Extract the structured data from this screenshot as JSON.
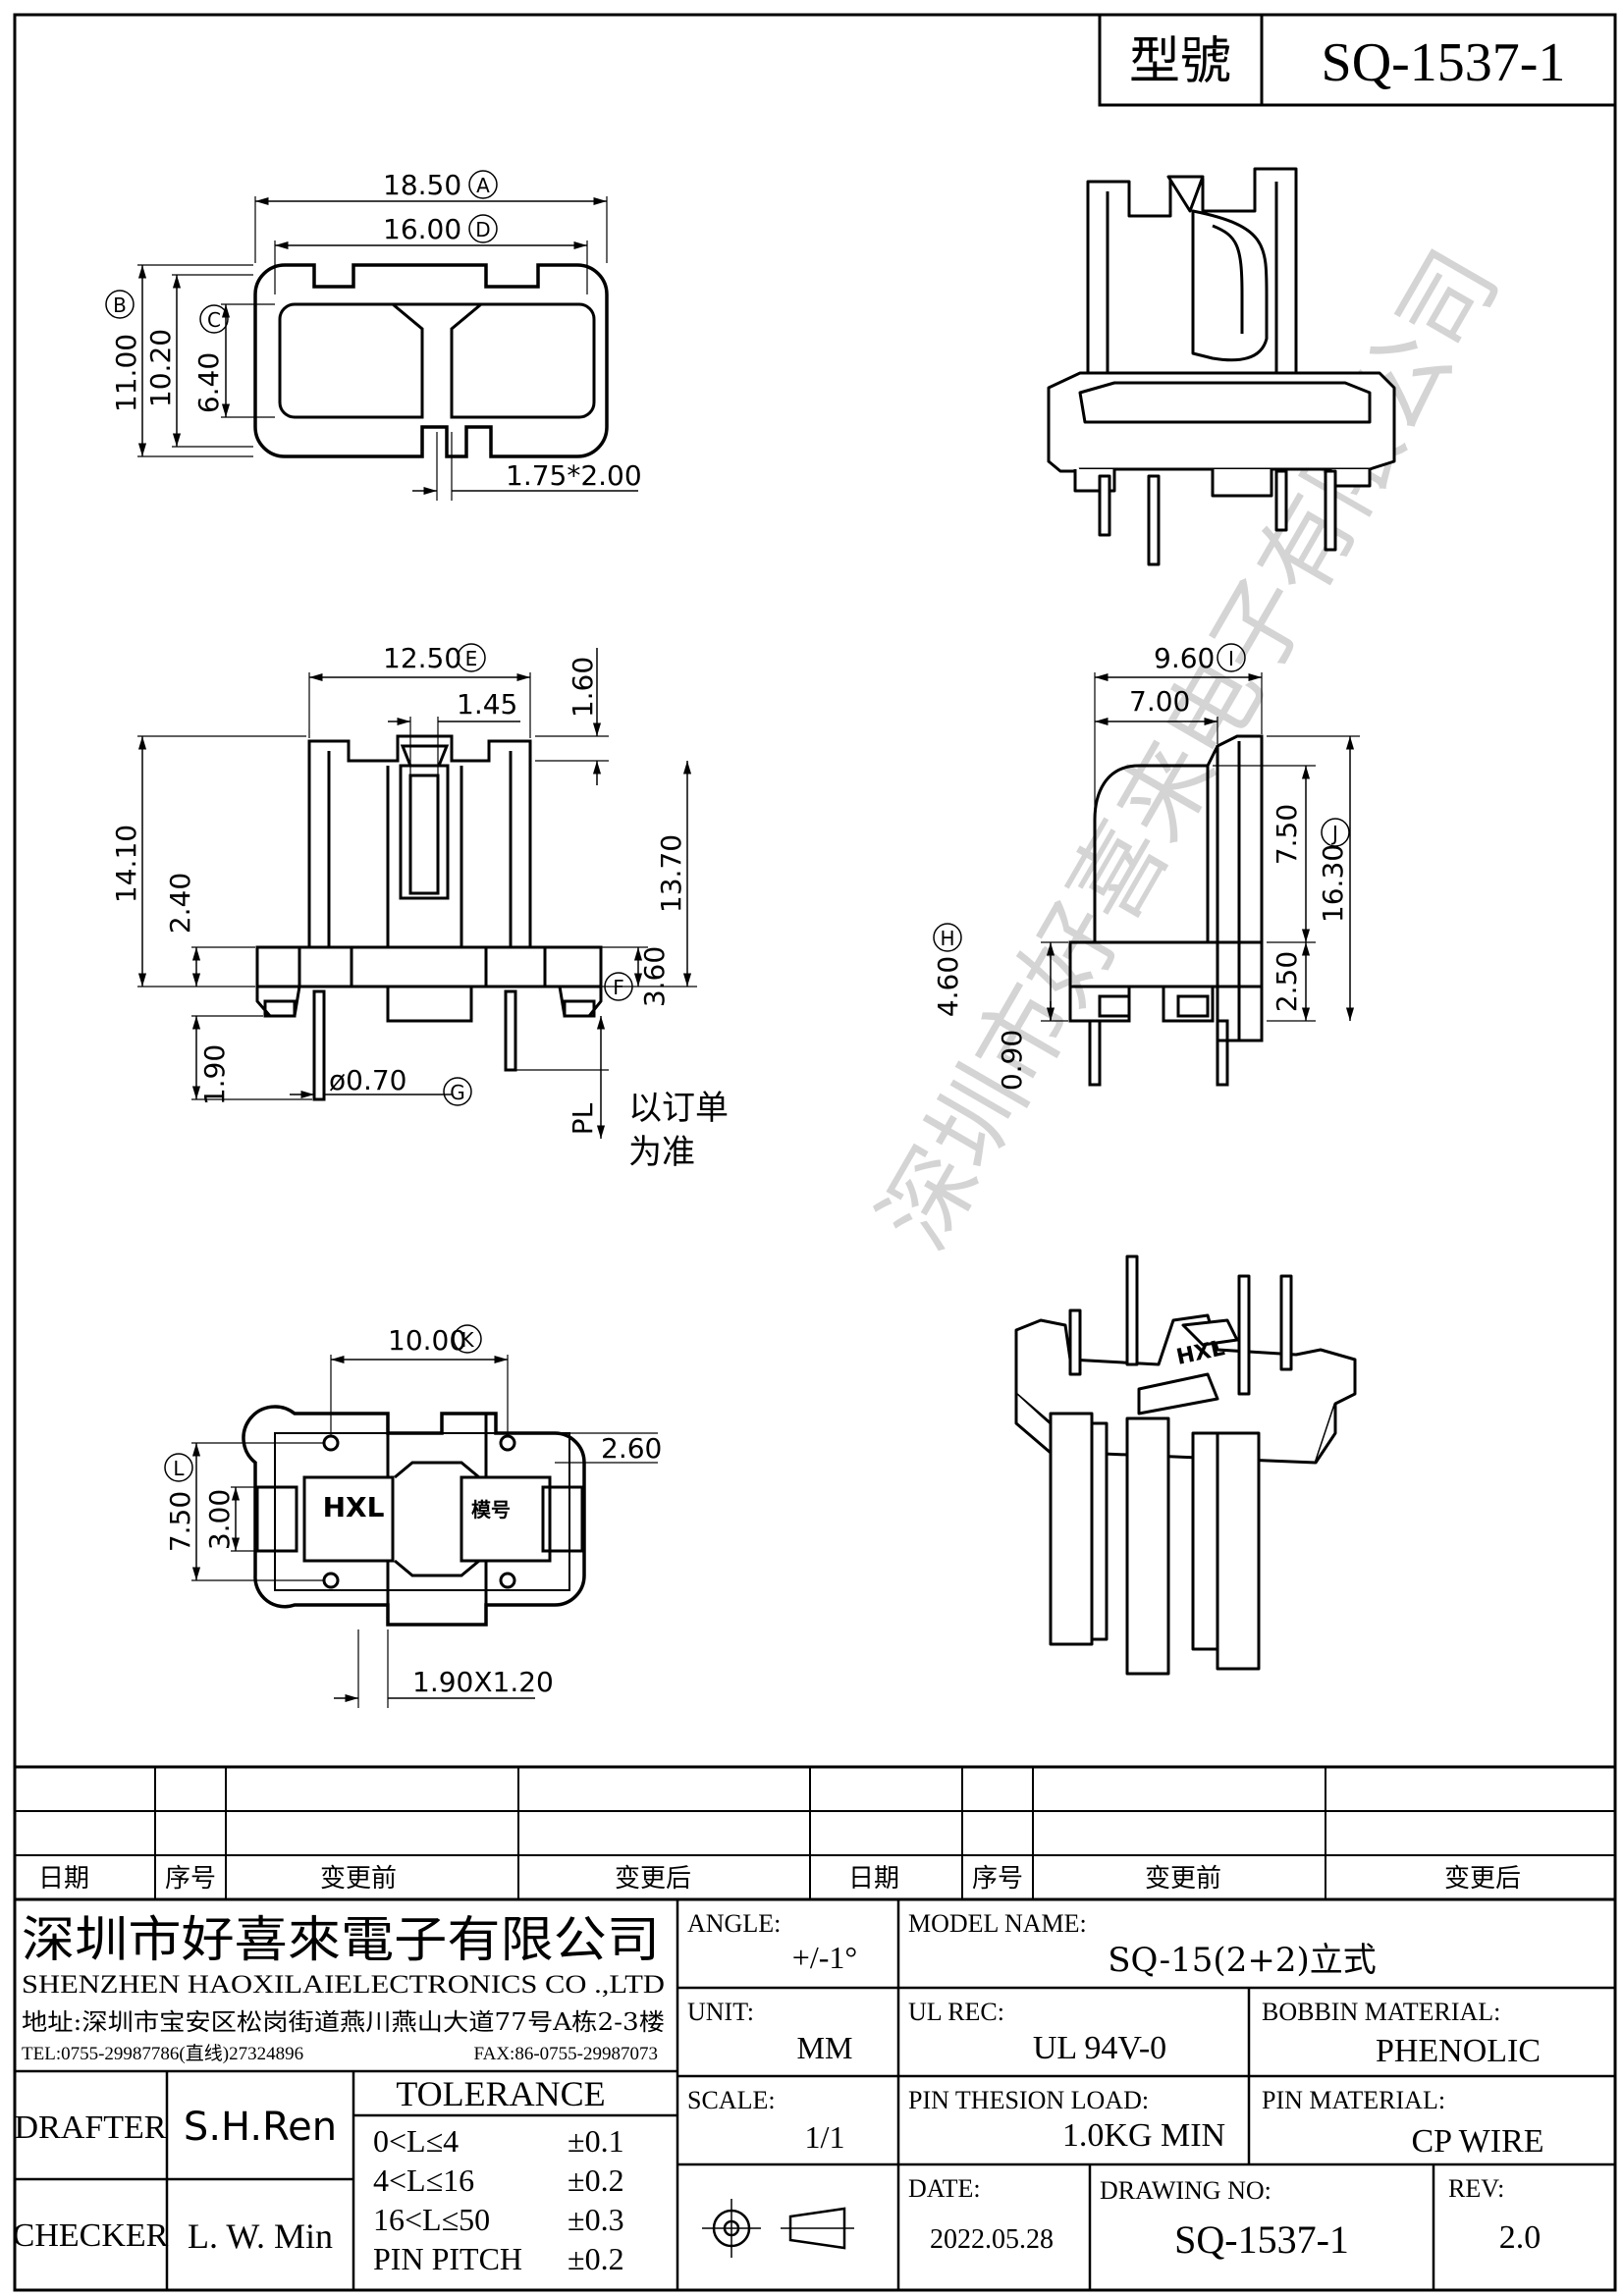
{
  "model": {
    "label": "型號",
    "number": "SQ-1537-1"
  },
  "dims": {
    "a": "18.50",
    "a_tag": "A",
    "d": "16.00",
    "d_tag": "D",
    "b": "11.00",
    "b_tag": "B",
    "h1020": "10.20",
    "c": "6.40",
    "c_tag": "C",
    "slot": "1.75*2.00",
    "e": "12.50",
    "e_tag": "E",
    "d145": "1.45",
    "d160": "1.60",
    "d1410": "14.10",
    "d240": "2.40",
    "d1370": "13.70",
    "f": "3.60",
    "f_tag": "F",
    "d190": "1.90",
    "g": "ø0.70",
    "g_tag": "G",
    "pl": "PL",
    "pl_note1": "以订单",
    "pl_note2": "为准",
    "i": "9.60",
    "i_tag": "I",
    "d700": "7.00",
    "d750": "7.50",
    "j": "16.30",
    "j_tag": "J",
    "h": "4.60",
    "h_tag": "H",
    "d250": "2.50",
    "d090": "0.90",
    "k": "10.00",
    "k_tag": "K",
    "l": "7.50",
    "l_tag": "L",
    "d300": "3.00",
    "d260": "2.60",
    "d190x120": "1.90X1.20",
    "brand": "HXL",
    "model_mark": "模号",
    "brand_iso": "HXL"
  },
  "watermark": "深圳市好喜来电子有限公司",
  "revision_table": {
    "headers": [
      "日期",
      "序号",
      "变更前",
      "变更后",
      "日期",
      "序号",
      "变更前",
      "变更后"
    ]
  },
  "company": {
    "name_cn": "深圳市好喜來電子有限公司",
    "name_en": "SHENZHEN  HAOXILAIELECTRONICS  CO .,LTD",
    "address": "地址:深圳市宝安区松岗街道燕川燕山大道77号A栋2-3楼",
    "tel": "TEL:0755-29987786(直线)27324896",
    "fax": "FAX:86-0755-29987073"
  },
  "title_block": {
    "angle_label": "ANGLE:",
    "angle_value": "+/-1°",
    "model_name_label": "MODEL NAME:",
    "model_name_value": "SQ-15(2+2)立式",
    "unit_label": "UNIT:",
    "unit_value": "MM",
    "ul_label": "UL REC:",
    "ul_value": "UL 94V-0",
    "bobbin_label": "BOBBIN MATERIAL:",
    "bobbin_value": "PHENOLIC",
    "scale_label": "SCALE:",
    "scale_value": "1/1",
    "pin_load_label": "PIN THESION LOAD:",
    "pin_load_value": "1.0KG MIN",
    "pin_mat_label": "PIN MATERIAL:",
    "pin_mat_value": "CP  WIRE",
    "date_label": "DATE:",
    "date_value": "2022.05.28",
    "drawing_no_label": "DRAWING NO:",
    "drawing_no_value": "SQ-1537-1",
    "rev_label": "REV:",
    "rev_value": "2.0",
    "drafter_label": "DRAFTER",
    "drafter_value": "S.H.Ren",
    "checker_label": "CHECKER",
    "checker_value": "L. W. Min",
    "tolerance_title": "TOLERANCE",
    "tolerances": [
      {
        "range": "0<L≤4",
        "tol": "±0.1"
      },
      {
        "range": "4<L≤16",
        "tol": "±0.2"
      },
      {
        "range": "16<L≤50",
        "tol": "±0.3"
      },
      {
        "range": "PIN PITCH",
        "tol": "±0.2"
      }
    ]
  }
}
